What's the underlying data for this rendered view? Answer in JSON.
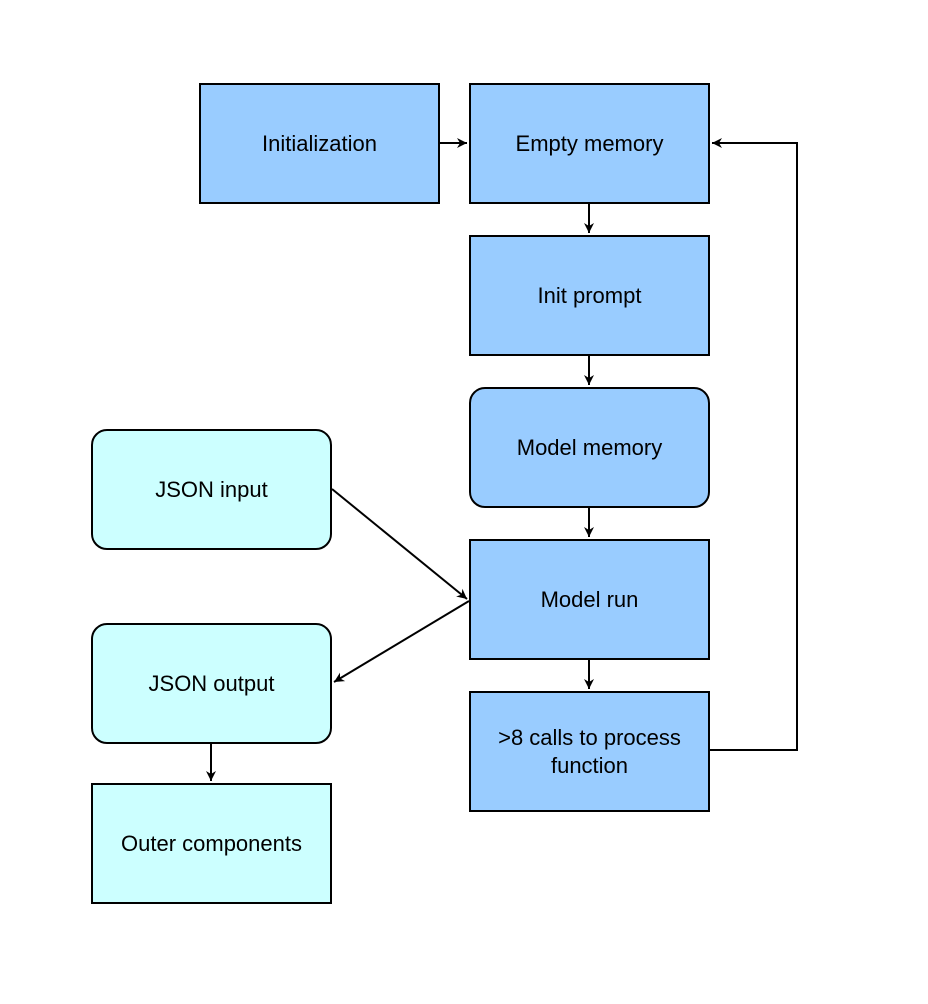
{
  "nodes": {
    "initialization": "Initialization",
    "empty_memory": "Empty memory",
    "init_prompt": "Init prompt",
    "model_memory": "Model memory",
    "model_run": "Model run",
    "calls_check": ">8 calls to process function",
    "json_input": "JSON input",
    "json_output": "JSON output",
    "outer_components": "Outer components"
  },
  "colors": {
    "process_fill": "#99ccff",
    "io_fill": "#ccffff",
    "stroke": "#000000"
  }
}
